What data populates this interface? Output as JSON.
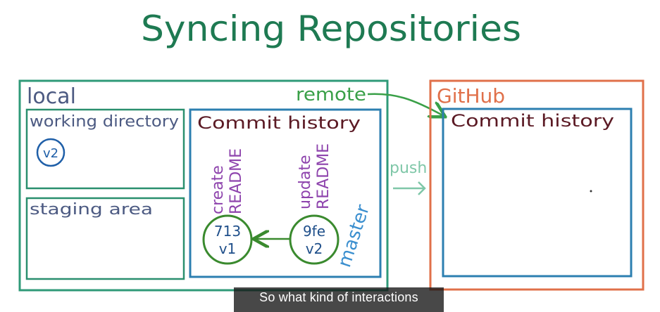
{
  "title": "Syncing Repositories",
  "local": {
    "label": "local"
  },
  "working_directory": {
    "label": "working directory",
    "file_version": "v2"
  },
  "staging_area": {
    "label": "staging area"
  },
  "local_commit_history": {
    "label": "Commit history"
  },
  "commits": [
    {
      "id": "713",
      "version": "v1",
      "message": [
        "create",
        "README"
      ]
    },
    {
      "id": "9fe",
      "version": "v2",
      "message": [
        "update",
        "README"
      ]
    }
  ],
  "branch": {
    "label": "master"
  },
  "remote": {
    "label": "remote"
  },
  "push": {
    "label": "push"
  },
  "github": {
    "label": "GitHub",
    "commit_history_label": "Commit history"
  },
  "caption": {
    "text": "So what kind of interactions"
  },
  "colors": {
    "local": "#2f9a78",
    "github": "#e0704a",
    "inner_box": "#2c7fb0",
    "working_box": "#2a8f6e",
    "history_text": "#5b1a24",
    "local_text": "#4c5a82",
    "commit_node": "#3a8a2e",
    "message": "#8e44ad",
    "branch": "#3b8fcf",
    "remote": "#3aa048",
    "push": "#7fc7a8",
    "title": "#1e7a52"
  }
}
